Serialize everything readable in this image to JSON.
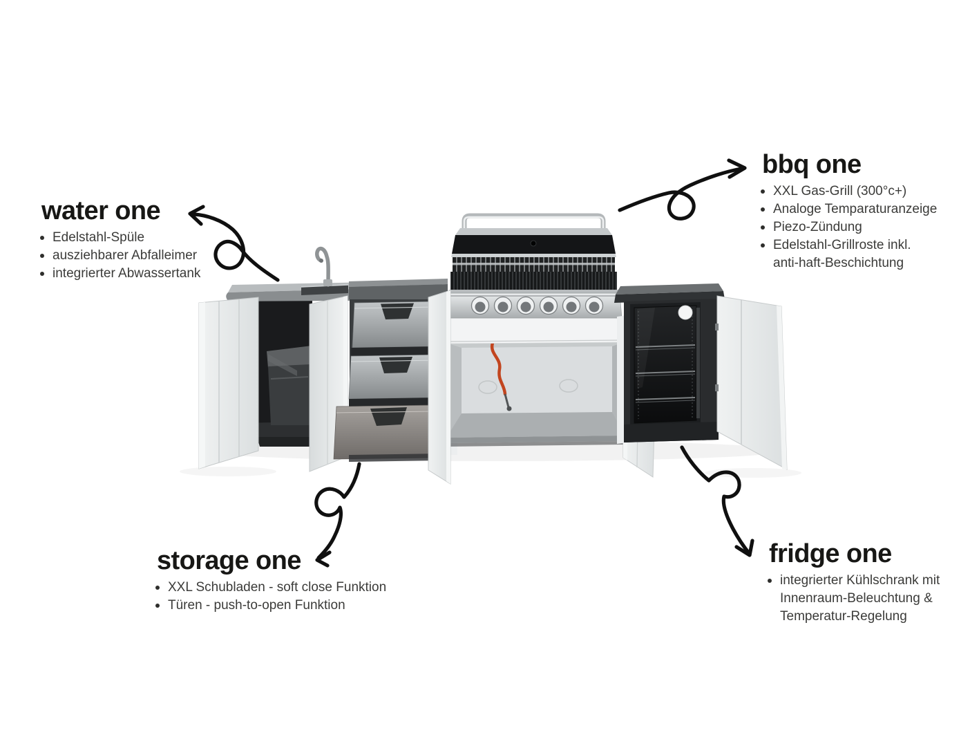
{
  "colors": {
    "background": "#ffffff",
    "heading_ink": "#171715",
    "body_ink": "#3b3b39",
    "arrow_ink": "#101010",
    "hose_accent": "#c2451f",
    "door_gray": "#e7eaeb",
    "steel_gray": "#9a9ea0",
    "dark_charcoal": "#2a2c2e"
  },
  "annotations": {
    "water": {
      "title": "water one",
      "bullets": [
        {
          "lines": [
            "Edelstahl-Spüle"
          ]
        },
        {
          "lines": [
            "ausziehbarer Abfalleimer"
          ]
        },
        {
          "lines": [
            "integrierter Abwassertank"
          ]
        }
      ]
    },
    "bbq": {
      "title": "bbq one",
      "bullets": [
        {
          "lines": [
            "XXL Gas-Grill (300°c+)"
          ]
        },
        {
          "lines": [
            "Analoge Temparaturanzeige"
          ]
        },
        {
          "lines": [
            "Piezo-Zündung"
          ]
        },
        {
          "lines": [
            "Edelstahl-Grillroste inkl.",
            "anti-haft-Beschichtung"
          ]
        }
      ]
    },
    "storage": {
      "title": "storage one",
      "bullets": [
        {
          "lines": [
            "XXL Schubladen - soft close Funktion"
          ]
        },
        {
          "lines": [
            "Türen - push-to-open Funktion"
          ]
        }
      ]
    },
    "fridge": {
      "title": "fridge one",
      "bullets": [
        {
          "lines": [
            "integrierter Kühlschrank mit",
            "Innenraum-Beleuchtung &",
            "Temperatur-Regelung"
          ]
        }
      ]
    }
  }
}
